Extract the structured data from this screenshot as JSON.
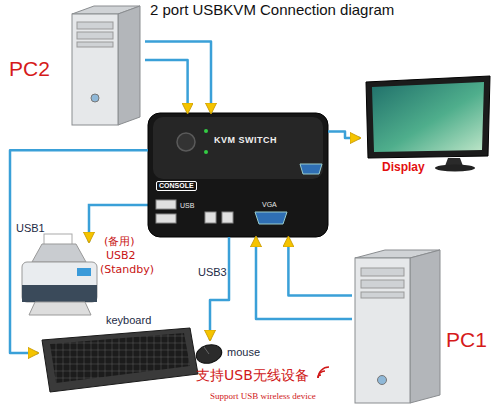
{
  "diagram": {
    "title": "2 port USBKVM Connection diagram",
    "nodes": [
      {
        "text": [
          "PC2"
        ]
      },
      {
        "text": [
          "Display"
        ]
      },
      {
        "text": [
          "KVM SWITCH",
          "CONSOLE"
        ]
      },
      {
        "text": [
          "keyboard"
        ]
      },
      {
        "text": [
          "mouse"
        ]
      },
      {
        "text": [
          "PC1"
        ]
      }
    ],
    "edges": [
      {
        "from": 0,
        "to": 2,
        "arrow": "to"
      },
      {
        "from": 0,
        "to": 2,
        "arrow": "to"
      },
      {
        "from": 2,
        "to": 1,
        "arrow": "to"
      },
      {
        "from": 2,
        "to": 3,
        "label": "USB1",
        "arrow": "to"
      },
      {
        "from": 2,
        "to": 4,
        "label": "USB3",
        "arrow": "to"
      },
      {
        "from": 5,
        "to": 2,
        "arrow": "to"
      },
      {
        "from": 5,
        "to": 2,
        "arrow": "to"
      }
    ],
    "labels": [
      "(备用)",
      "USB2",
      "(Standby)",
      "USB",
      "VGA",
      "支持USB无线设备",
      "Support USB wireless device"
    ]
  }
}
